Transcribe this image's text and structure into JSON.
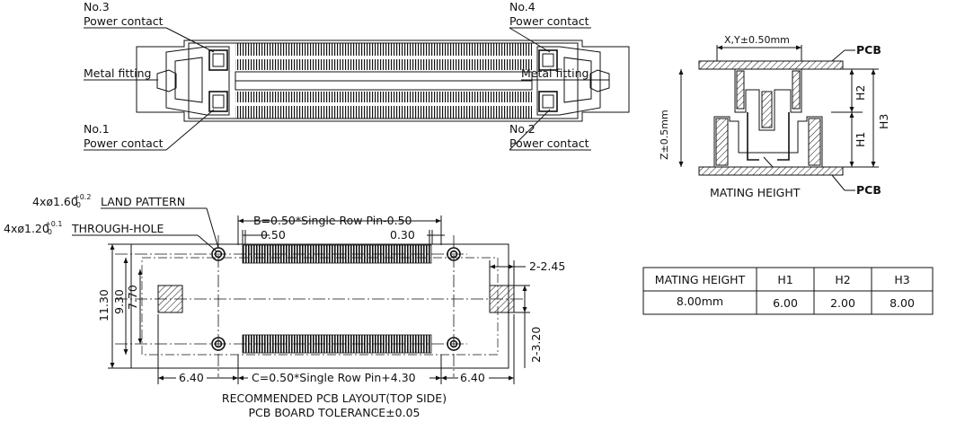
{
  "connector_top_view": {
    "no3": {
      "num": "No.3",
      "label": "Power contact"
    },
    "no4": {
      "num": "No.4",
      "label": "Power contact"
    },
    "no1": {
      "num": "No.1",
      "label": "Power contact"
    },
    "no2": {
      "num": "No.2",
      "label": "Power contact"
    },
    "metal_left": "Metal fitting",
    "metal_right": "Metal fitting"
  },
  "mating_view": {
    "xy_tolerance": "X,Y±0.50mm",
    "z_tolerance": "Z±0.5mm",
    "pcb_top": "PCB",
    "pcb_bottom": "PCB",
    "h1": "H1",
    "h2": "H2",
    "h3": "H3",
    "caption": "MATING HEIGHT"
  },
  "pcb_layout": {
    "land_prefix": "4xø1.60",
    "land_tol_plus": "+0.2",
    "land_tol_minus": "-0",
    "land_label": "LAND PATTERN",
    "hole_prefix": "4xø1.20",
    "hole_tol_plus": "+0.1",
    "hole_tol_minus": "-0",
    "hole_label": "THROUGH-HOLE",
    "dim_b": "B=0.50*Single Row Pin-0.50",
    "dim_pitch": "0.50",
    "dim_width": "0.30",
    "dim_c": "C=0.50*Single Row Pin+4.30",
    "dim_left": "6.40",
    "dim_right": "6.40",
    "dim_11_30": "11.30",
    "dim_9_30": "9.30",
    "dim_7_70": "7.70",
    "dim_2_245": "2-2.45",
    "dim_2_320": "2-3.20",
    "caption1": "RECOMMENDED PCB LAYOUT(TOP SIDE)",
    "caption2": "PCB BOARD TOLERANCE±0.05"
  },
  "height_table": {
    "headers": [
      "MATING HEIGHT",
      "H1",
      "H2",
      "H3"
    ],
    "row": [
      "8.00mm",
      "6.00",
      "2.00",
      "8.00"
    ]
  }
}
